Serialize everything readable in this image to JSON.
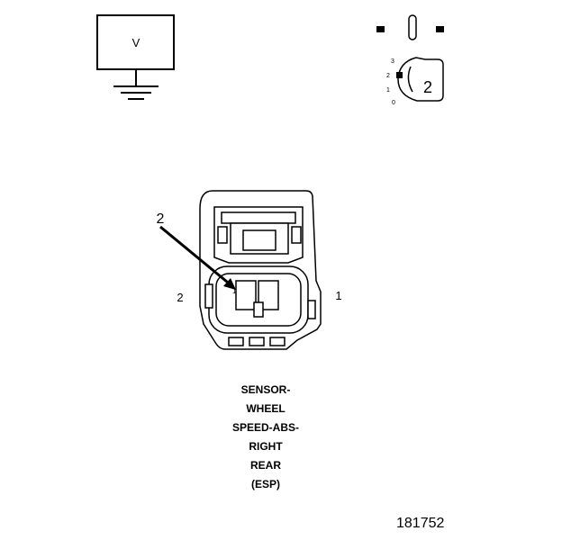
{
  "voltmeter": {
    "symbol": "V"
  },
  "key_switch": {
    "positions": [
      "3",
      "2",
      "1",
      "0"
    ],
    "key_label": "2"
  },
  "connector": {
    "callout": "2",
    "pin_left": "2",
    "pin_right": "1",
    "inner_pin": "1"
  },
  "caption_lines": [
    "SENSOR-",
    "WHEEL",
    "SPEED-ABS-",
    "RIGHT",
    "REAR",
    "(ESP)"
  ],
  "figure_number": "181752"
}
